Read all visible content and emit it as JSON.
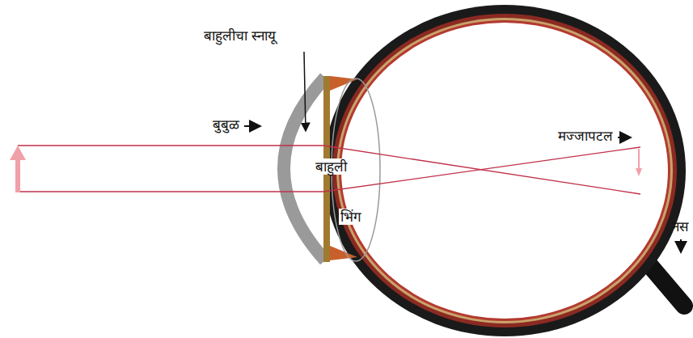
{
  "diagram": {
    "labels": [
      "बाहुलीचा स्नायू",
      "बुबुळ",
      "बाहुली",
      "मज्जापटल",
      "भिंग",
      "नस"
    ]
  }
}
